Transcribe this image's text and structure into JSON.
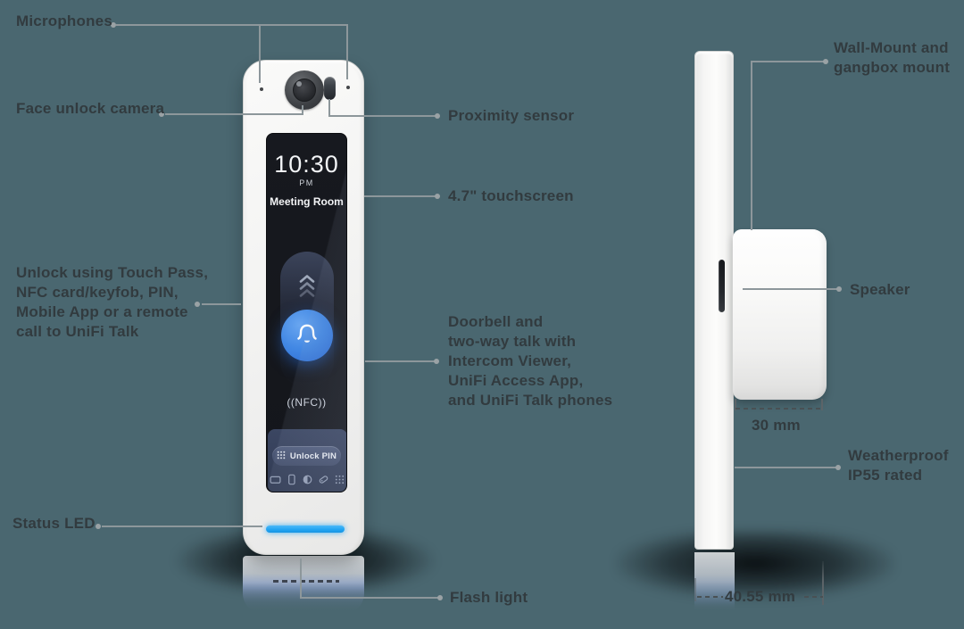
{
  "colors": {
    "background": "#4a6770",
    "label_text": "#323b3f",
    "leader_line": "#8d979b",
    "device_body": "#f3f3f2",
    "screen_background": "#15171c",
    "doorbell_button_blue": "#3c82e0",
    "status_led_blue": "#27a9f5",
    "screen_card_navy": "#35405a"
  },
  "front_view": {
    "screen": {
      "time": "10:30",
      "meridiem": "PM",
      "room_name": "Meeting Room",
      "scroll_hint_icon": "chevrons-up-icon",
      "doorbell_icon": "bell-icon",
      "nfc_text": "((NFC))",
      "unlock_pin": {
        "icon": "keypad-icon",
        "label": "Unlock PIN"
      },
      "credential_icons": [
        "card-icon",
        "phone-icon",
        "watch-icon",
        "keyfob-icon",
        "keypad-icon"
      ]
    }
  },
  "callouts": {
    "microphones": "Microphones",
    "face_unlock_camera": "Face unlock camera",
    "proximity_sensor": "Proximity sensor",
    "touchscreen": "4.7\" touchscreen",
    "unlock_methods_lines": [
      "Unlock using Touch Pass,",
      "NFC card/keyfob, PIN,",
      "Mobile App or a remote",
      "call to UniFi Talk"
    ],
    "doorbell_lines": [
      "Doorbell and",
      "two-way talk with",
      "Intercom Viewer,",
      "UniFi Access  App,",
      "and UniFi Talk phones"
    ],
    "status_led": "Status LED",
    "flash_light": "Flash light",
    "wall_mount_lines": [
      "Wall-Mount and",
      "gangbox mount"
    ],
    "speaker": "Speaker",
    "mount_depth": "30 mm",
    "weatherproof_lines": [
      "Weatherproof",
      "IP55 rated"
    ],
    "total_depth": "40.55 mm"
  }
}
